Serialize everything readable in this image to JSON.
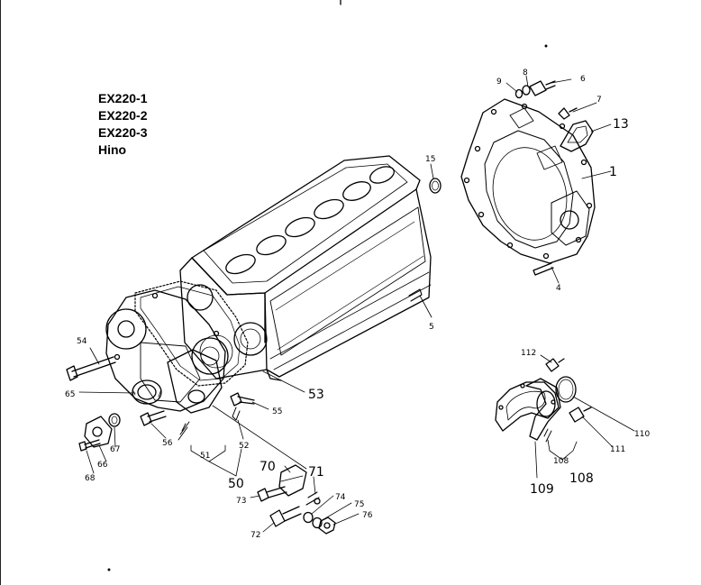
{
  "models": [
    "EX220-1",
    "EX220-2",
    "EX220-3",
    "Hino"
  ],
  "callouts": [
    {
      "id": "c1",
      "text": "1",
      "big": true
    },
    {
      "id": "c4",
      "text": "4",
      "big": false
    },
    {
      "id": "c5",
      "text": "5",
      "big": false
    },
    {
      "id": "c6",
      "text": "6",
      "big": false
    },
    {
      "id": "c7",
      "text": "7",
      "big": false
    },
    {
      "id": "c8",
      "text": "8",
      "big": false
    },
    {
      "id": "c9",
      "text": "9",
      "big": false
    },
    {
      "id": "c13",
      "text": "13",
      "big": true
    },
    {
      "id": "c15",
      "text": "15",
      "big": false
    },
    {
      "id": "c50",
      "text": "50",
      "big": true
    },
    {
      "id": "c51",
      "text": "51",
      "big": false
    },
    {
      "id": "c52",
      "text": "52",
      "big": false
    },
    {
      "id": "c53",
      "text": "53",
      "big": true
    },
    {
      "id": "c54",
      "text": "54",
      "big": false
    },
    {
      "id": "c55",
      "text": "55",
      "big": false
    },
    {
      "id": "c56",
      "text": "56",
      "big": false
    },
    {
      "id": "c65",
      "text": "65",
      "big": false
    },
    {
      "id": "c66",
      "text": "66",
      "big": false
    },
    {
      "id": "c67",
      "text": "67",
      "big": false
    },
    {
      "id": "c68",
      "text": "68",
      "big": false
    },
    {
      "id": "c70",
      "text": "70",
      "big": true
    },
    {
      "id": "c71",
      "text": "71",
      "big": true
    },
    {
      "id": "c72",
      "text": "72",
      "big": false
    },
    {
      "id": "c73",
      "text": "73",
      "big": false
    },
    {
      "id": "c74",
      "text": "74",
      "big": false
    },
    {
      "id": "c75",
      "text": "75",
      "big": false
    },
    {
      "id": "c76",
      "text": "76",
      "big": false
    },
    {
      "id": "c108a",
      "text": "108",
      "big": false
    },
    {
      "id": "c108b",
      "text": "108",
      "big": true
    },
    {
      "id": "c109",
      "text": "109",
      "big": true
    },
    {
      "id": "c110",
      "text": "110",
      "big": false
    },
    {
      "id": "c111",
      "text": "111",
      "big": false
    },
    {
      "id": "c112",
      "text": "112",
      "big": false
    }
  ]
}
